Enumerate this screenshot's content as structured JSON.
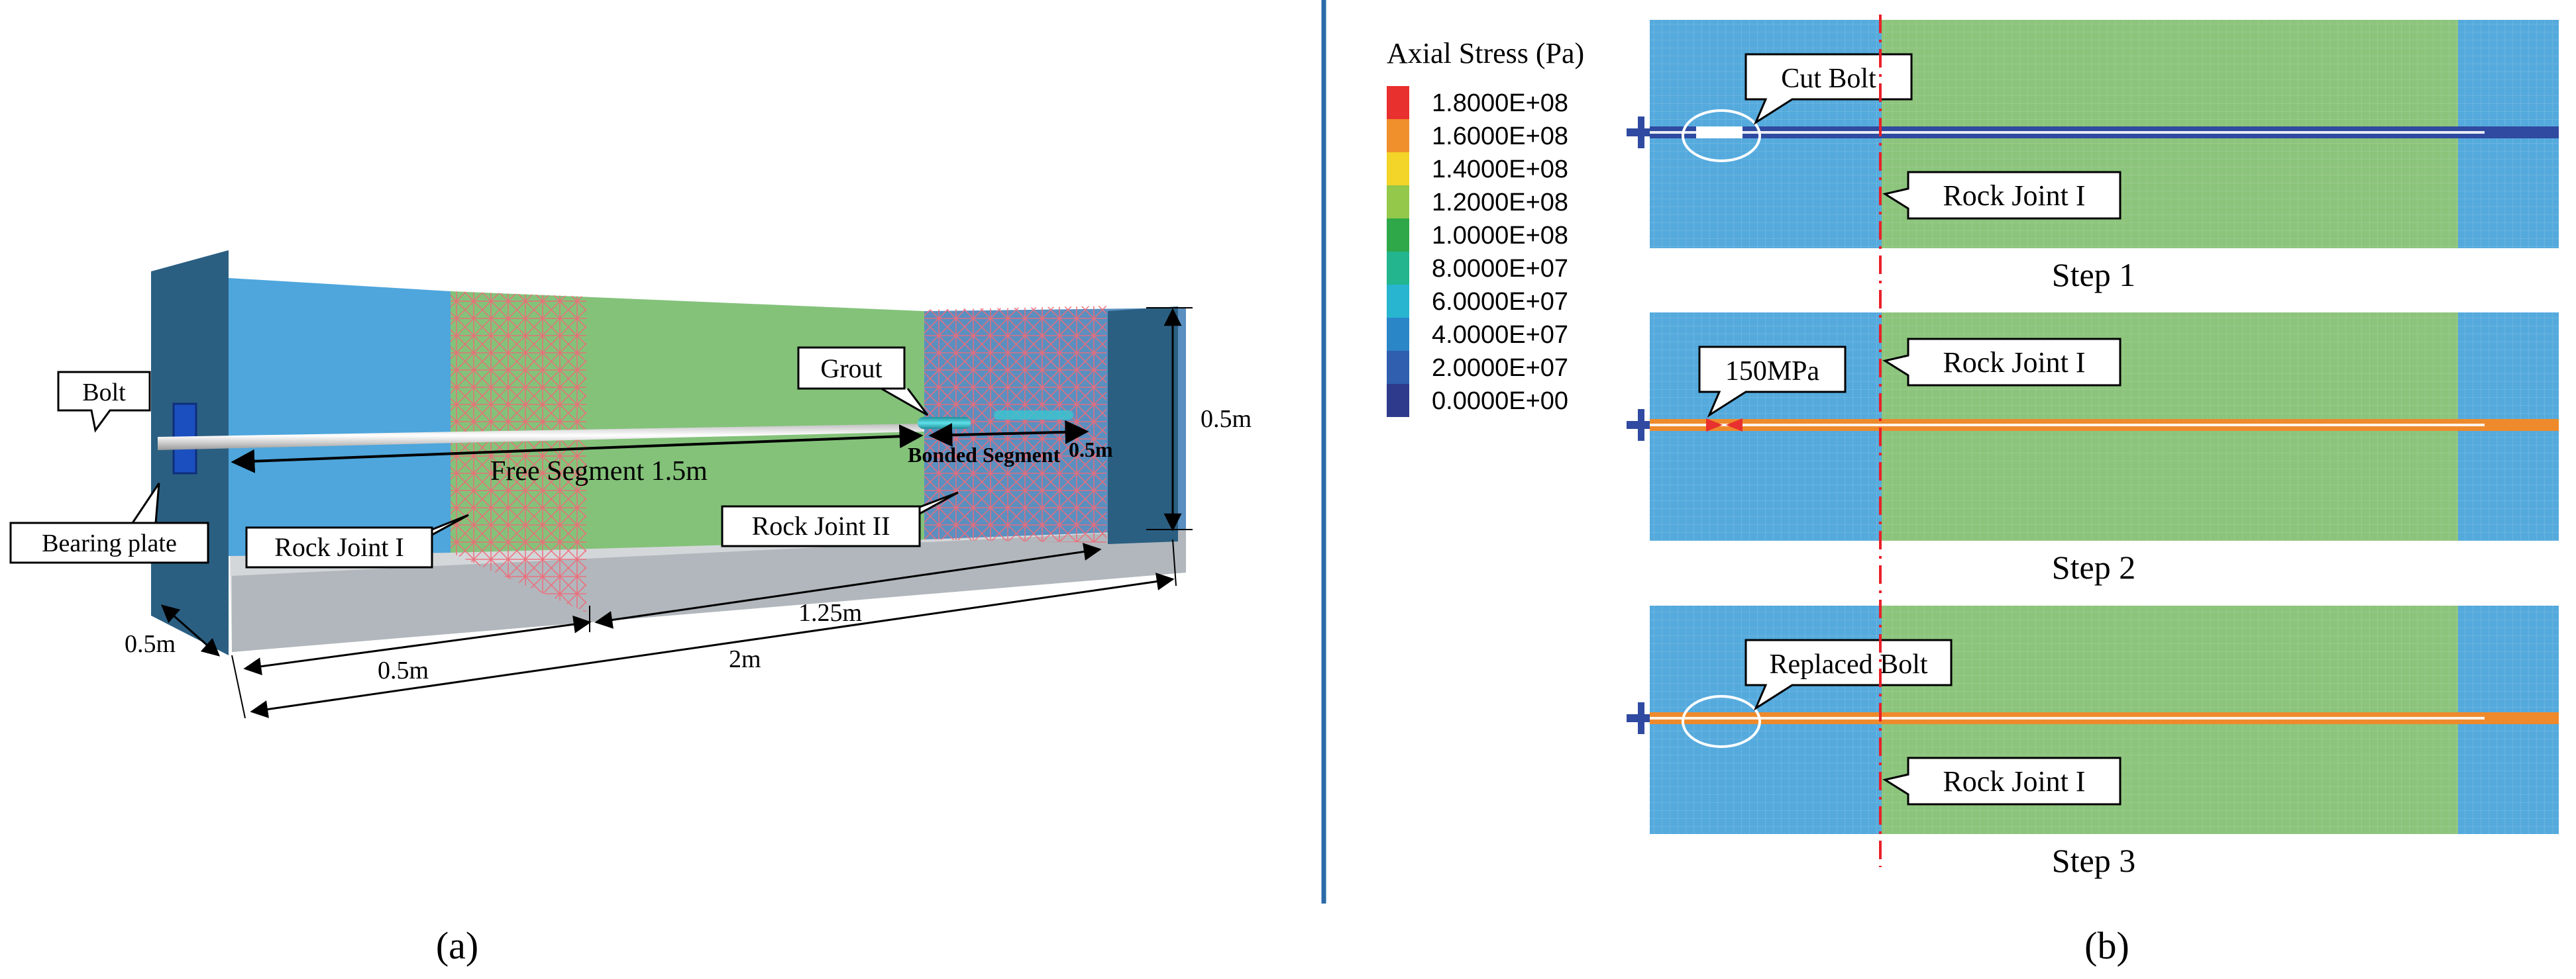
{
  "panel_a": {
    "caption": "(a)",
    "labels": {
      "bolt": "Bolt",
      "bearing_plate": "Bearing plate",
      "rock_joint_1": "Rock Joint I",
      "rock_joint_2": "Rock Joint II",
      "grout": "Grout",
      "free_segment": "Free Segment 1.5m",
      "bonded_segment": "Bonded Segment",
      "bonded_length": "0.5m"
    },
    "dimensions": {
      "height": "0.5m",
      "width": "0.5m",
      "joint_distance": "0.5m",
      "joint_to_end": "1.25m",
      "total_length": "2m"
    },
    "colors": {
      "plate": "#2b5f82",
      "zone_blue": "#4ea6dc",
      "zone_green": "#84c27a",
      "mesh": "#f06a78",
      "bolt": "#e6e6e6",
      "grout": "#3cc3d0"
    }
  },
  "panel_b": {
    "caption": "(b)",
    "legend": {
      "title": "Axial Stress (Pa)",
      "entries": [
        {
          "label": "1.8000E+08",
          "color": "#e8302e"
        },
        {
          "label": "1.6000E+08",
          "color": "#f0902c"
        },
        {
          "label": "1.4000E+08",
          "color": "#f3d428"
        },
        {
          "label": "1.2000E+08",
          "color": "#93c84a"
        },
        {
          "label": "1.0000E+08",
          "color": "#2fa84a"
        },
        {
          "label": "8.0000E+07",
          "color": "#22b58e"
        },
        {
          "label": "6.0000E+07",
          "color": "#27b5cf"
        },
        {
          "label": "4.0000E+07",
          "color": "#2b86c8"
        },
        {
          "label": "2.0000E+07",
          "color": "#2f5fae"
        },
        {
          "label": "0.0000E+00",
          "color": "#2e3a8c"
        }
      ]
    },
    "steps": [
      {
        "name": "Step 1",
        "callout": "Cut Bolt",
        "joint_label": "Rock Joint I"
      },
      {
        "name": "Step 2",
        "callout": "150MPa",
        "joint_label": "Rock Joint I"
      },
      {
        "name": "Step 3",
        "callout": "Replaced Bolt",
        "joint_label": "Rock Joint I"
      }
    ],
    "colors": {
      "zone_blue": "#55aadd",
      "zone_green": "#8cc47c",
      "bolt_unstressed": "#2f4aa0",
      "bolt_stressed": "#ee8a2c",
      "joint_line": "#e8202a"
    }
  },
  "divider_color": "#2a6aa8"
}
